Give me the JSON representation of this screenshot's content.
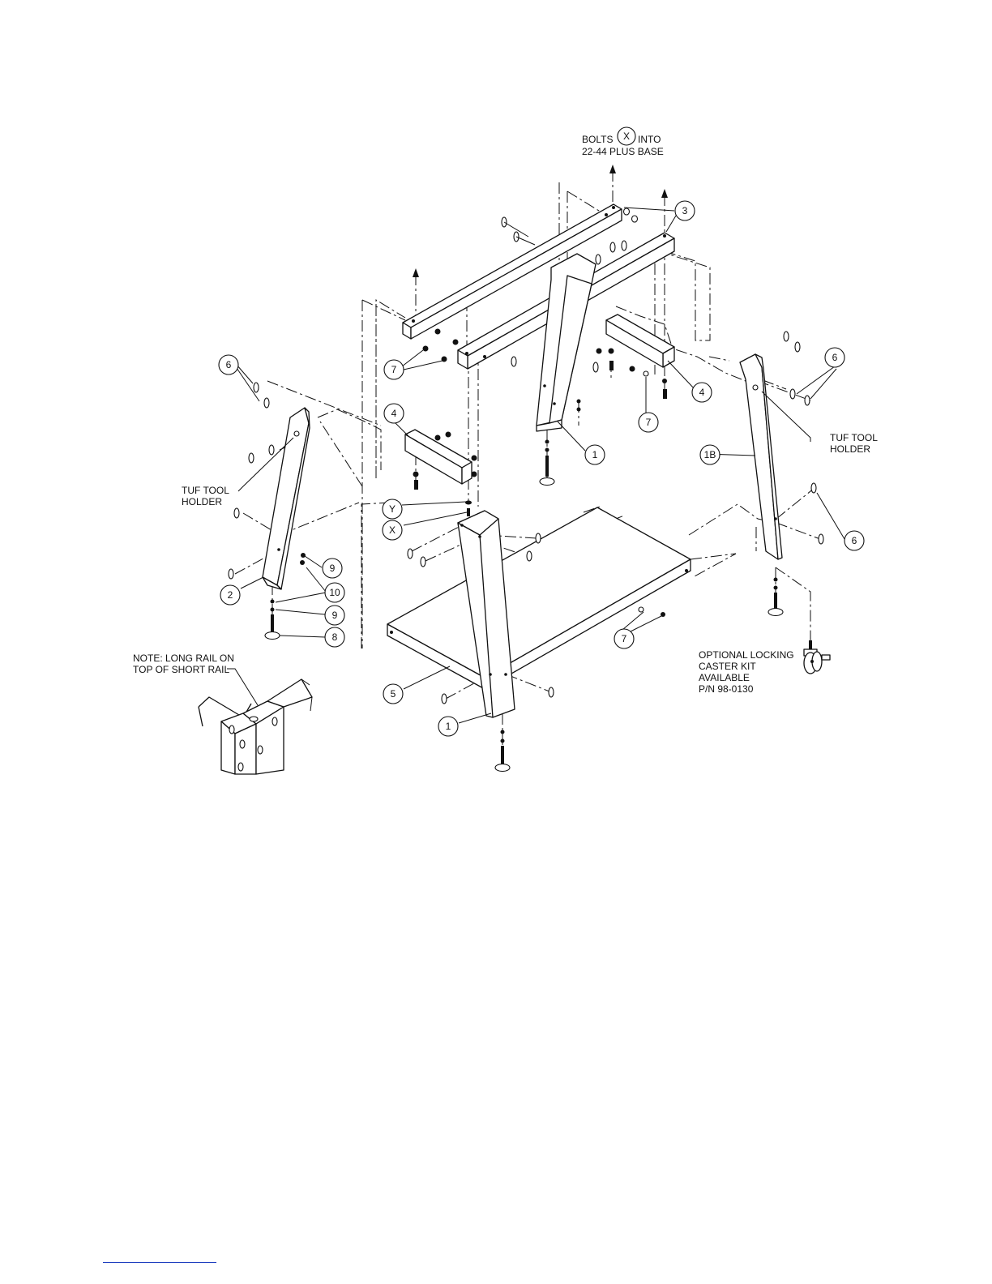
{
  "top_note": {
    "line1_before": "BOLTS",
    "line1_symbol": "X",
    "line1_after": "INTO",
    "line2": "22-44 PLUS BASE"
  },
  "tuf_tool_left": {
    "line1": "TUF TOOL",
    "line2": "HOLDER"
  },
  "tuf_tool_right": {
    "line1": "TUF TOOL",
    "line2": "HOLDER"
  },
  "rail_note": {
    "line1": "NOTE:  LONG RAIL ON",
    "line2": "TOP OF SHORT RAIL"
  },
  "caster_note": {
    "line1": "OPTIONAL LOCKING",
    "line2": "CASTER KIT",
    "line3": "AVAILABLE",
    "line4": "P/N 98-0130"
  },
  "callouts": {
    "c3": "3",
    "c6_top_left": "6",
    "c6_right": "6",
    "c6_right_lower": "6",
    "c7_left": "7",
    "c7_right": "7",
    "c7_bottom": "7",
    "c4_left": "4",
    "c4_right": "4",
    "c1_center": "1",
    "c1_front": "1",
    "c1b": "1B",
    "cY": "Y",
    "cX": "X",
    "c2": "2",
    "c9_upper": "9",
    "c10": "10",
    "c9_lower": "9",
    "c8": "8",
    "c5": "5"
  },
  "colors": {
    "line": "#111111",
    "footer_rule": "#1f3fbf"
  }
}
